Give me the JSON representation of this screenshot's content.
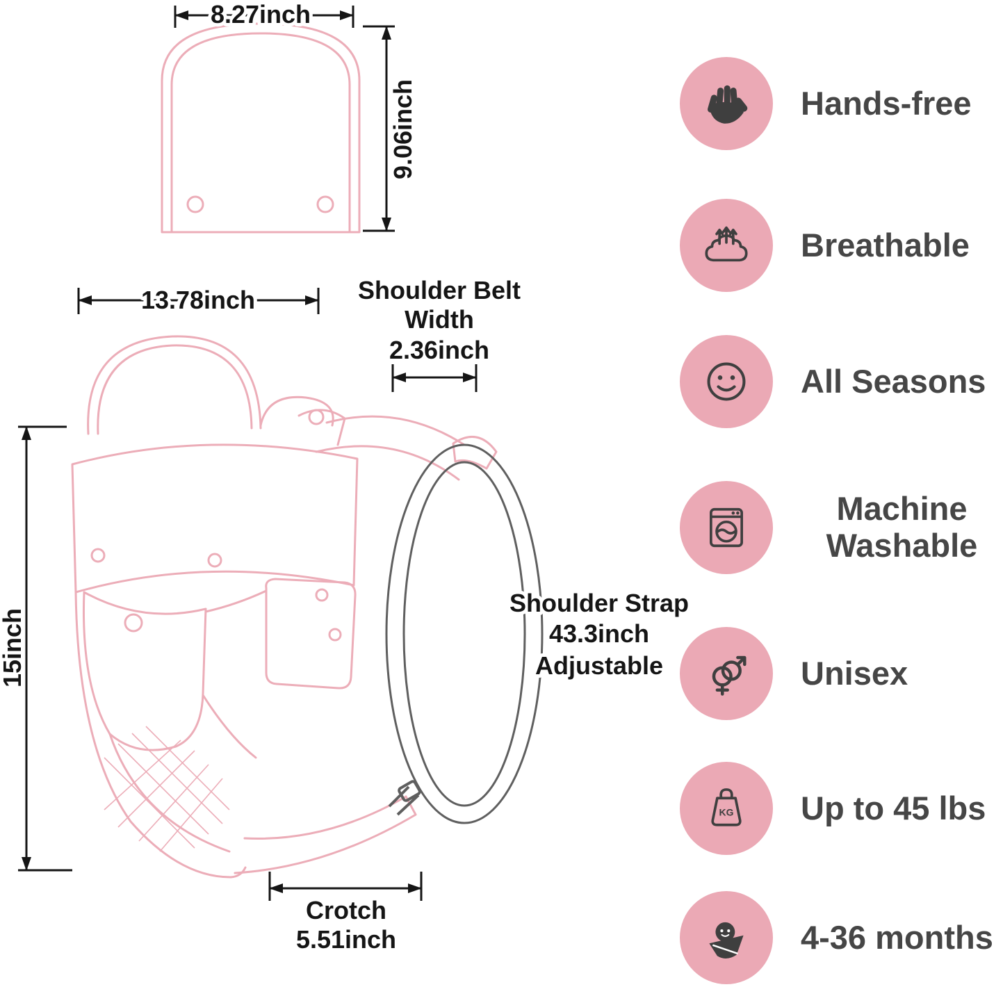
{
  "colors": {
    "line_art_pink": "#ecadb8",
    "icon_circle_pink": "#eba9b5",
    "icon_glyph": "#3f3f3f",
    "dimension_line": "#151515",
    "label_text": "#464646",
    "strap_oval_gray": "#5f5f5f"
  },
  "dimensions": {
    "hood_width": "8.27inch",
    "hood_height": "9.06inch",
    "carrier_width": "13.78inch",
    "carrier_height": "15inch",
    "shoulder_belt": {
      "line1": "Shoulder Belt",
      "line2": "Width",
      "line3": "2.36inch"
    },
    "shoulder_strap": {
      "line1": "Shoulder Strap",
      "line2": "43.3inch",
      "line3": "Adjustable"
    },
    "crotch": {
      "line1": "Crotch",
      "line2": "5.51inch"
    }
  },
  "features": [
    {
      "icon": "hand-icon",
      "label": "Hands-free"
    },
    {
      "icon": "breathable-icon",
      "label": "Breathable"
    },
    {
      "icon": "smiley-face-icon",
      "label": "All Seasons"
    },
    {
      "icon": "washing-machine-icon",
      "label": "Machine Washable"
    },
    {
      "icon": "unisex-gender-icon",
      "label": "Unisex"
    },
    {
      "icon": "weight-kg-icon",
      "label": "Up to 45 lbs",
      "icon_text": "KG"
    },
    {
      "icon": "swaddled-baby-icon",
      "label": "4-36 months"
    }
  ]
}
